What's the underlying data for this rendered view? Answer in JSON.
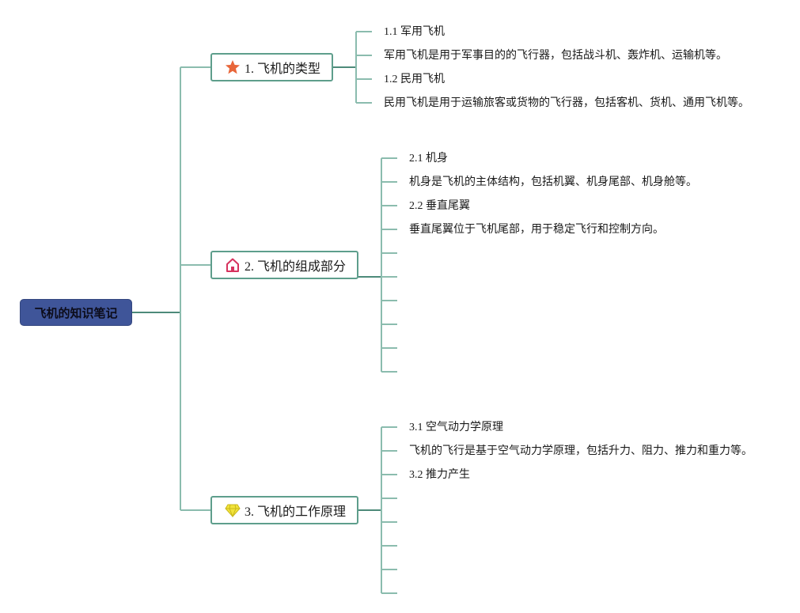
{
  "root": {
    "title": "飞机的知识笔记"
  },
  "branches": [
    {
      "label": "1. 飞机的类型",
      "icon": "star-icon",
      "icon_color": "#e8663a",
      "items": [
        "1.1 军用飞机",
        "军用飞机是用于军事目的的飞行器，包括战斗机、轰炸机、运输机等。",
        "1.2 民用飞机",
        "民用飞机是用于运输旅客或货物的飞行器，包括客机、货机、通用飞机等。"
      ]
    },
    {
      "label": "2. 飞机的组成部分",
      "icon": "home-icon",
      "icon_color": "#d6335e",
      "items": [
        "2.1 机身",
        "机身是飞机的主体结构，包括机翼、机身尾部、机身舱等。",
        "2.2 垂直尾翼",
        "垂直尾翼位于飞机尾部，用于稳定飞行和控制方向。"
      ],
      "empty_slots": 6
    },
    {
      "label": "3. 飞机的工作原理",
      "icon": "diamond-icon",
      "icon_color": "#f2e33a",
      "items": [
        "3.1 空气动力学原理",
        "飞机的飞行是基于空气动力学原理，包括升力、阻力、推力和重力等。",
        "3.2 推力产生"
      ],
      "empty_slots": 5
    }
  ],
  "colors": {
    "root_fill": "#3f5599",
    "branch_border": "#5e9e8c",
    "connector": "#8bbcae",
    "root_connector": "#4d8a7a"
  }
}
